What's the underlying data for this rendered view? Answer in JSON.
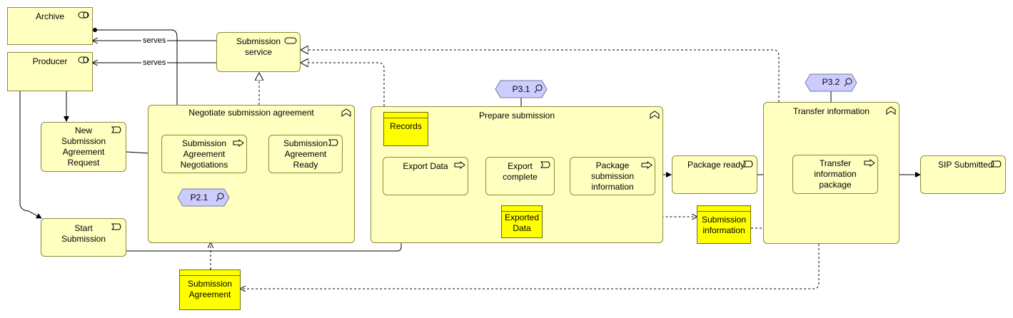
{
  "nodes": {
    "archive": "Archive",
    "producer": "Producer",
    "submission_service": "Submission\nservice",
    "negotiate_group": "Negotiate submission agreement",
    "new_request": "New\nSubmission\nAgreement\nRequest",
    "negotiations": "Submission\nAgreement\nNegotiations",
    "agreement_ready": "Submission\nAgreement\nReady",
    "p21": "P2.1",
    "start_submission": "Start\nSubmission",
    "submission_agreement": "Submission\nAgreement",
    "prepare_group": "Prepare submission",
    "p31": "P3.1",
    "records": "Records",
    "export_data": "Export Data",
    "export_complete": "Export\ncomplete",
    "package_info": "Package\nsubmission\ninformation",
    "exported_data": "Exported\nData",
    "package_ready": "Package ready",
    "submission_information": "Submission\ninformation",
    "transfer_group": "Transfer information",
    "p32": "P3.2",
    "transfer_package": "Transfer\ninformation\npackage",
    "sip_submitted": "SIP Submitted"
  },
  "edge_labels": {
    "serves_archive": "serves",
    "serves_producer": "serves"
  },
  "colors": {
    "element_fill": "#ffffc0",
    "object_fill": "#ffff00",
    "property_fill": "#ccccff",
    "border": "#8a8a3a"
  }
}
